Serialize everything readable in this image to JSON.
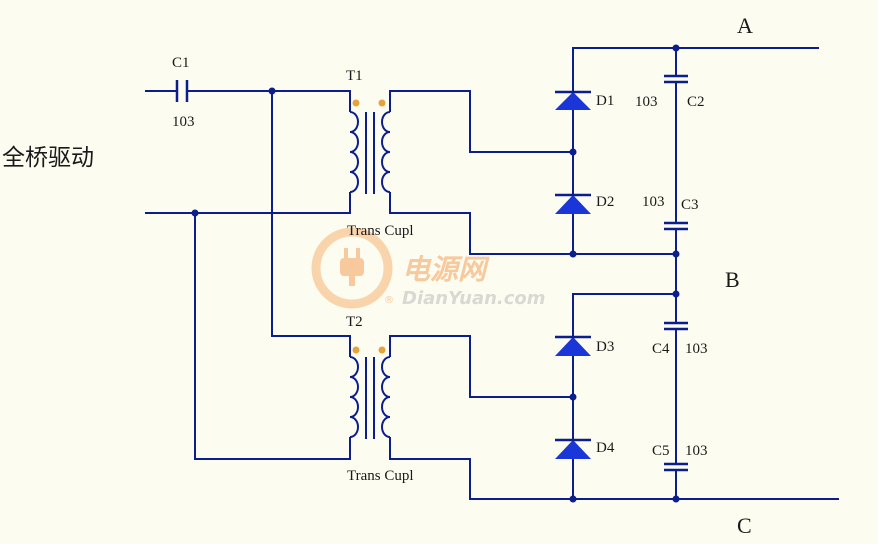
{
  "title": "全桥驱动",
  "nodes": {
    "a": "A",
    "b": "B",
    "c": "C"
  },
  "c1": {
    "name": "C1",
    "value": "103"
  },
  "t1": {
    "name": "T1",
    "type": "Trans Cupl"
  },
  "t2": {
    "name": "T2",
    "type": "Trans Cupl"
  },
  "d1": "D1",
  "d2": "D2",
  "d3": "D3",
  "d4": "D4",
  "c2": {
    "name": "C2",
    "value": "103"
  },
  "c3": {
    "name": "C3",
    "value": "103"
  },
  "c4": {
    "name": "C4",
    "value": "103"
  },
  "c5": {
    "name": "C5",
    "value": "103"
  },
  "watermark": {
    "cn": "电源网",
    "url": "DianYuan.com",
    "reg": "®"
  },
  "colors": {
    "background": "#fcfcf0",
    "wire": "#0c1e8c",
    "diode": "#1a35d8",
    "dot": "#e6a23c",
    "label": "#1a1a1a",
    "watermark": "#f4a15a"
  }
}
